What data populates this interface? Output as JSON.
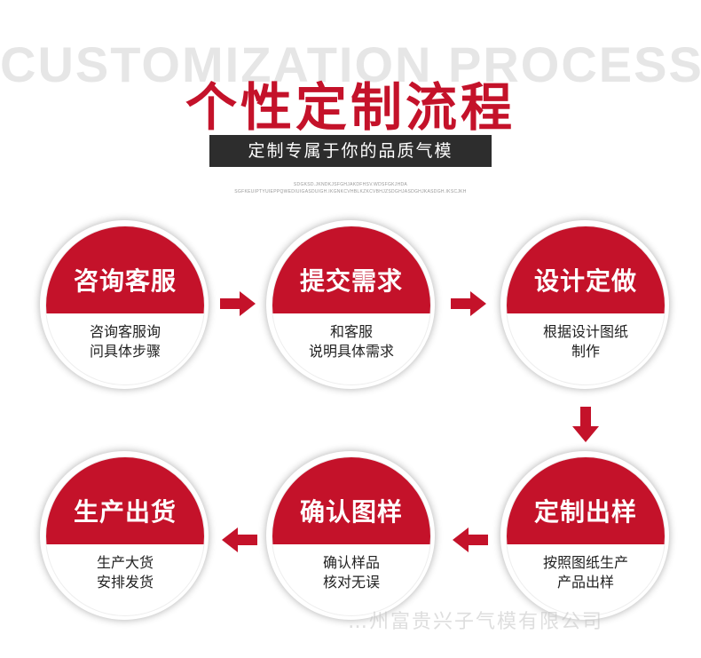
{
  "header": {
    "background_text": "CUSTOMIZATION PROCESS",
    "title": "个性定制流程",
    "subtitle": "定制专属于你的品质气模",
    "tiny_line_1": "SDGKSD.JKNDKJSFGHJAKDFHSV.WDSFGKJHDA",
    "tiny_line_2": "SGFKEUIPTYUIEPPQWEDIUIGASDUIGH.IKGNKCVHBLKZKCVBHJZSDGHJASDGHJKASDGH.IKSCJKH"
  },
  "steps": [
    {
      "title": "咨询客服",
      "desc_line1": "咨询客服询",
      "desc_line2": "问具体步骤"
    },
    {
      "title": "提交需求",
      "desc_line1": "和客服",
      "desc_line2": "说明具体需求"
    },
    {
      "title": "设计定做",
      "desc_line1": "根据设计图纸",
      "desc_line2": "制作"
    },
    {
      "title": "定制出样",
      "desc_line1": "按照图纸生产",
      "desc_line2": "产品出样"
    },
    {
      "title": "确认图样",
      "desc_line1": "确认样品",
      "desc_line2": "核对无误"
    },
    {
      "title": "生产出货",
      "desc_line1": "生产大货",
      "desc_line2": "安排发货"
    }
  ],
  "watermark": "…州富贵兴子气模有限公司",
  "colors": {
    "accent": "#c4122a",
    "subtitle_bg": "#2d2d2d"
  },
  "icons": [
    "arrow-right-icon",
    "arrow-down-icon",
    "arrow-left-icon"
  ]
}
